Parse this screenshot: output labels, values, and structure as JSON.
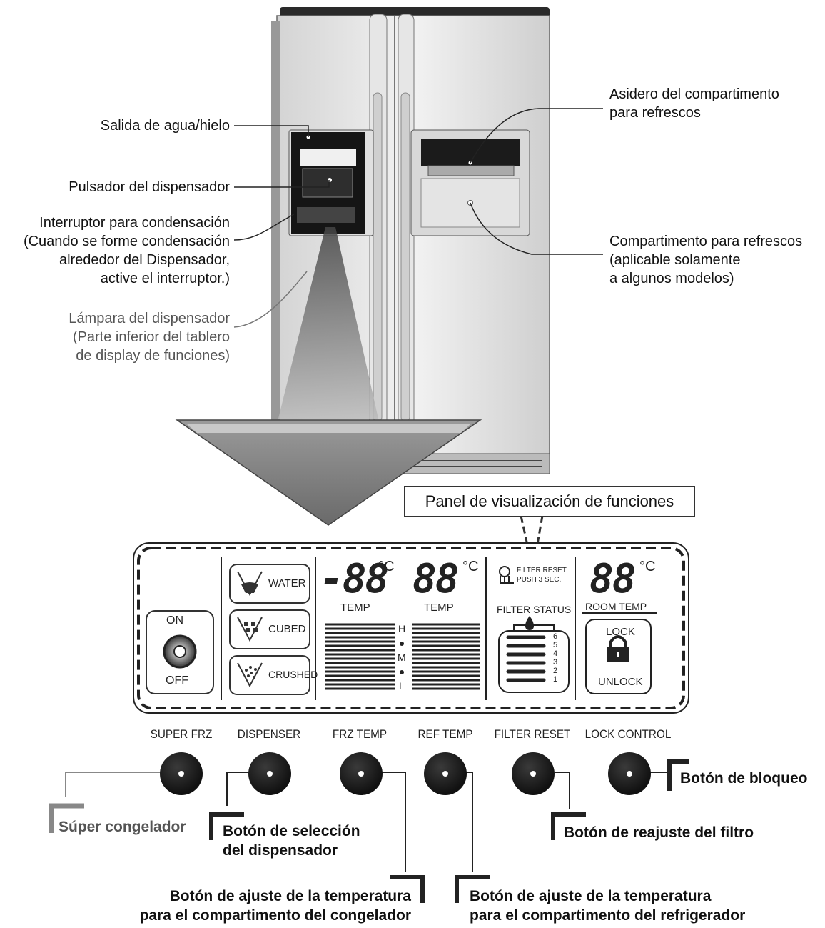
{
  "fridge_labels": {
    "water_ice_outlet": "Salida de agua/hielo",
    "dispenser_pad": "Pulsador del dispensador",
    "condensation_switch": "Interruptor para condensación",
    "condensation_note_1": "(Cuando se forme condensación",
    "condensation_note_2": "alrededor del Dispensador,",
    "condensation_note_3": "active el interruptor.)",
    "dispenser_lamp": "Lámpara del dispensador",
    "dispenser_lamp_note_1": "(Parte inferior del tablero",
    "dispenser_lamp_note_2": "de display de funciones)",
    "handle_1": "Asidero del compartimento",
    "handle_2": "para refrescos",
    "compartment_1": "Compartimento para refrescos",
    "compartment_2": "(aplicable solamente",
    "compartment_3": "a algunos modelos)"
  },
  "panel_title": "Panel de visualización de funciones",
  "display": {
    "on": "ON",
    "off": "OFF",
    "water": "WATER",
    "cubed": "CUBED",
    "crushed": "CRUSHED",
    "frz_digits": "-88",
    "ref_digits": "88",
    "room_digits": "88",
    "deg_c": "°C",
    "temp_left": "TEMP",
    "temp_right": "TEMP",
    "level_h": "H",
    "level_m": "M",
    "level_l": "L",
    "filter_reset_1": "FILTER RESET",
    "filter_reset_2": "PUSH 3 SEC.",
    "filter_status": "FILTER STATUS",
    "filter_levels": [
      "6",
      "5",
      "4",
      "3",
      "2",
      "1"
    ],
    "room_temp": "ROOM TEMP",
    "lock": "LOCK",
    "unlock": "UNLOCK"
  },
  "buttons": {
    "super_frz": "SUPER FRZ",
    "dispenser": "DISPENSER",
    "frz_temp": "FRZ TEMP",
    "ref_temp": "REF TEMP",
    "filter_reset": "FILTER RESET",
    "lock_control": "LOCK CONTROL"
  },
  "callouts": {
    "super_freezer": "Súper congelador",
    "dispenser_select_1": "Botón de selección",
    "dispenser_select_2": "del dispensador",
    "lock_button": "Botón de bloqueo",
    "filter_reset_button": "Botón de reajuste del filtro",
    "frz_adjust_1": "Botón de ajuste de la temperatura",
    "frz_adjust_2": "para el compartimento del congelador",
    "ref_adjust_1": "Botón de ajuste de la temperatura",
    "ref_adjust_2": "para el compartimento del refrigerador"
  }
}
